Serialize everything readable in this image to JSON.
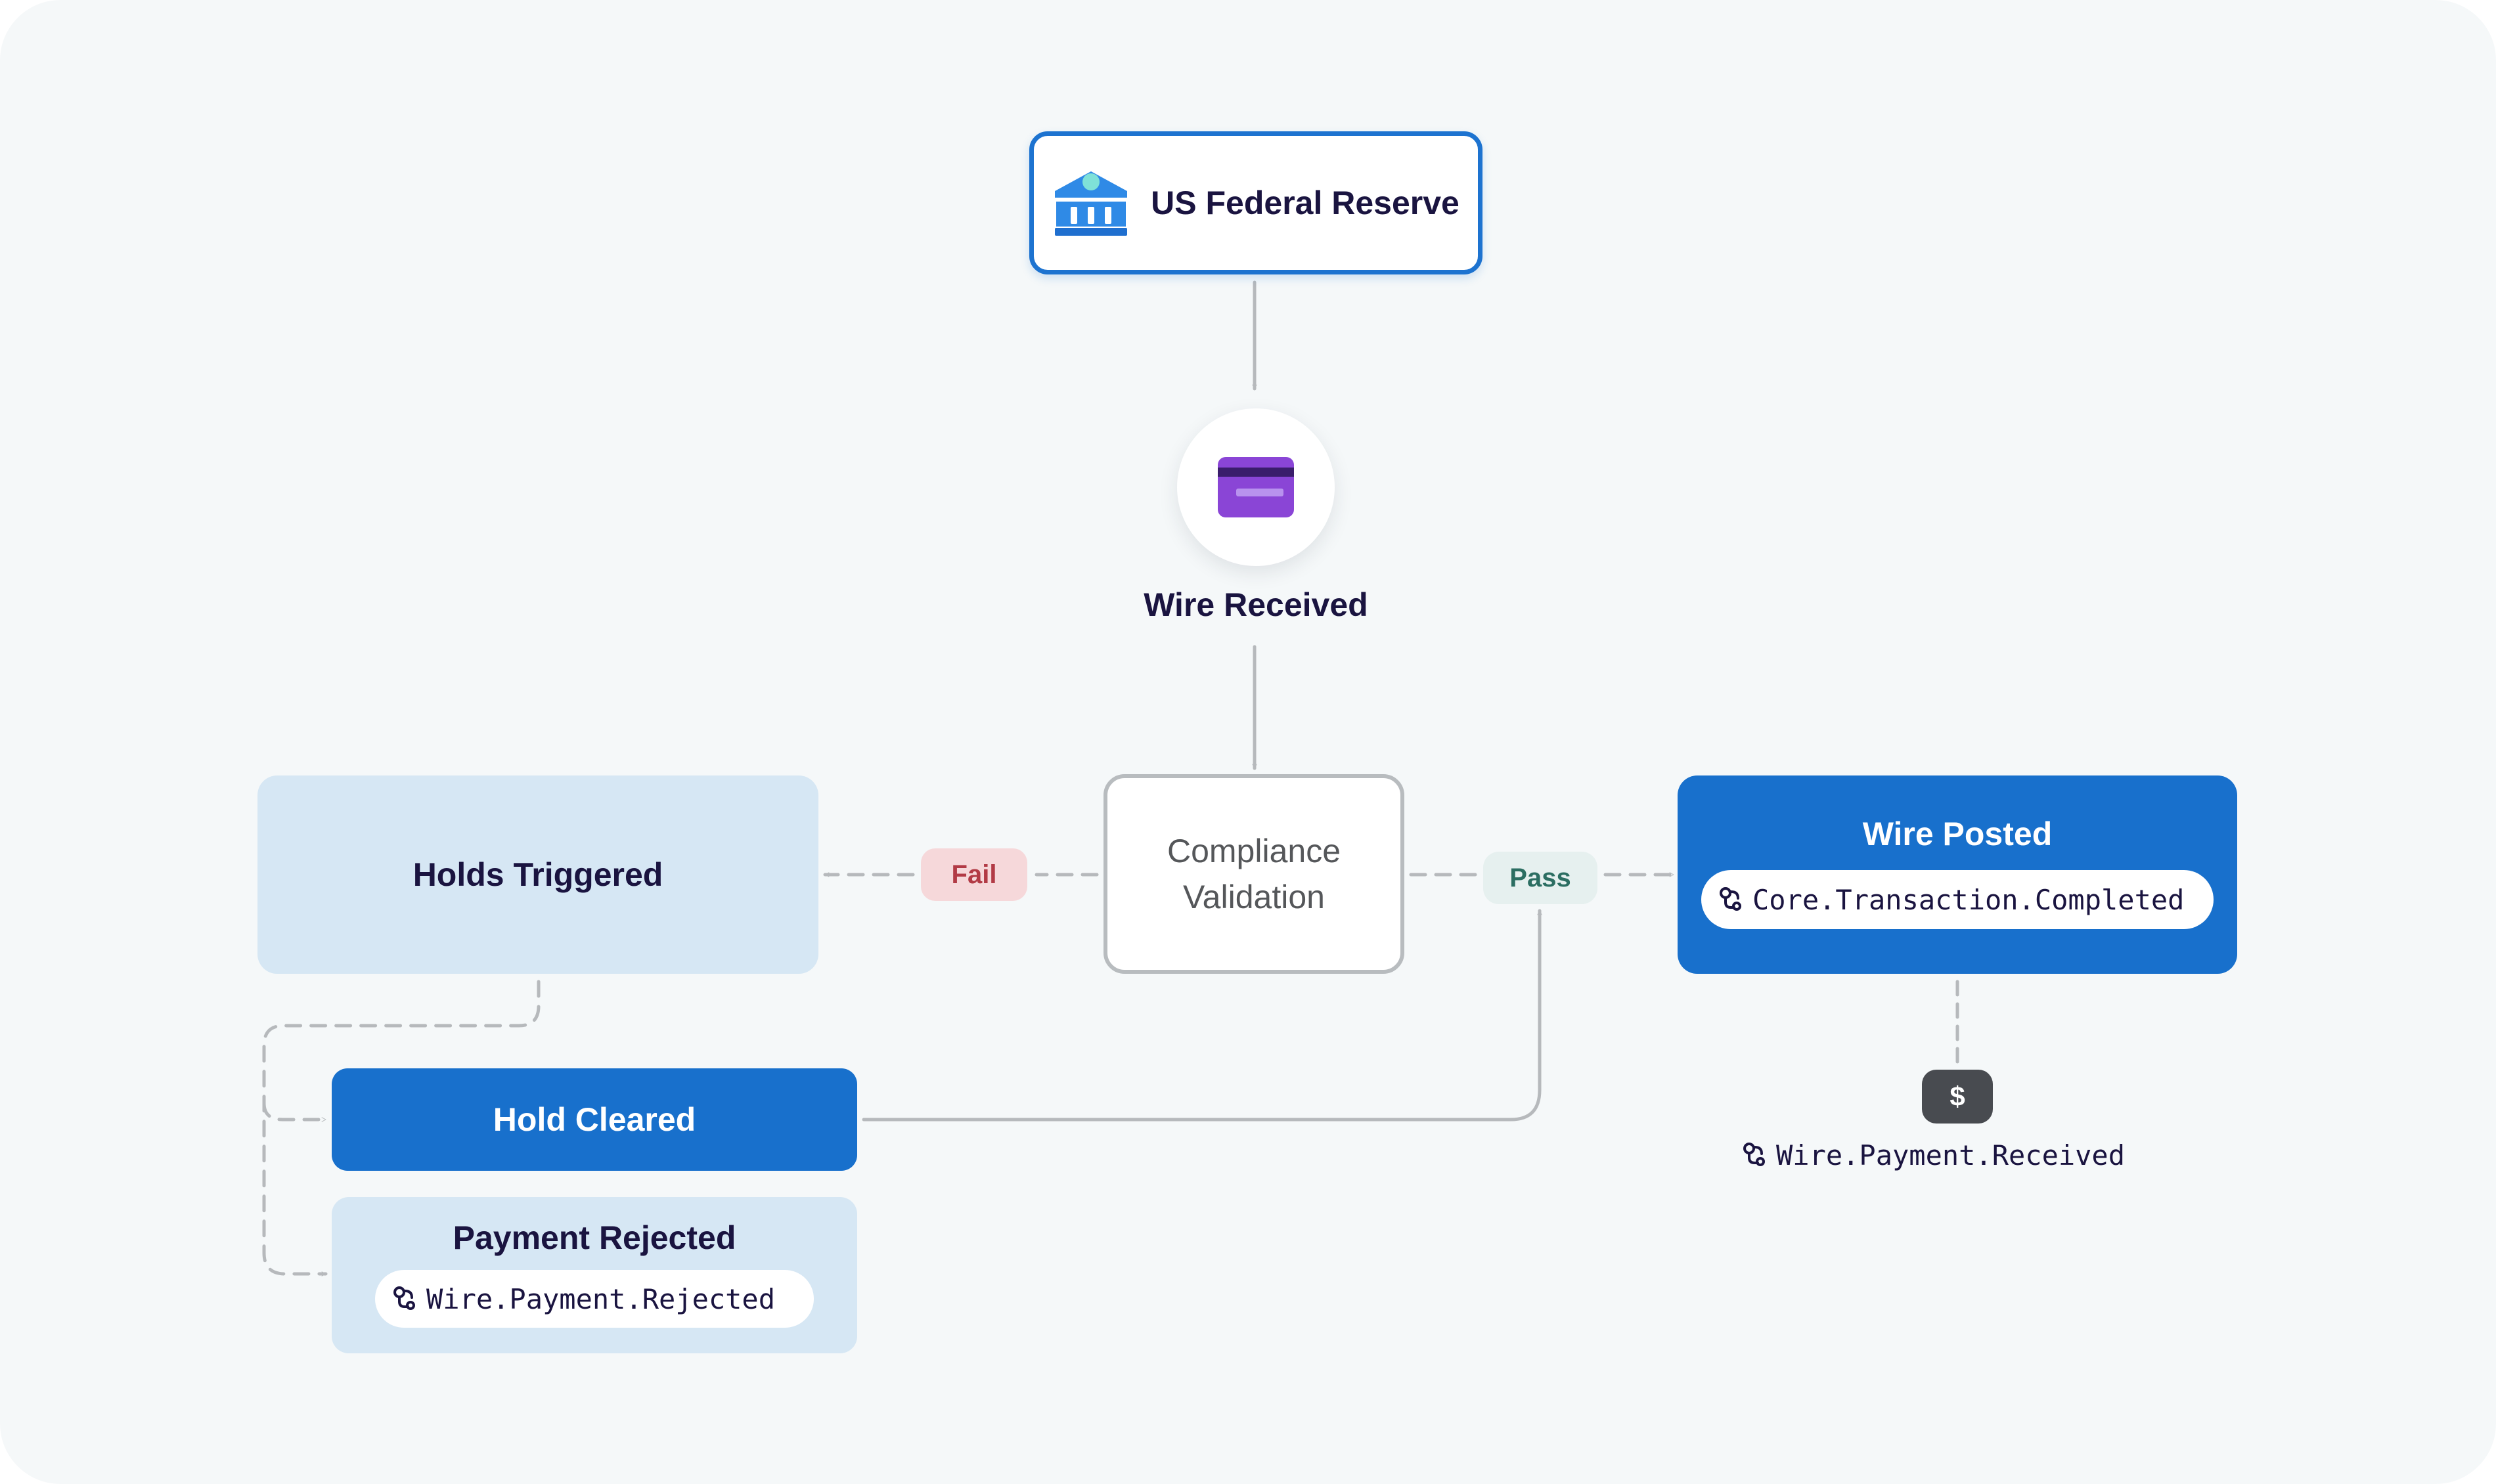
{
  "nodes": {
    "source": {
      "label": "US Federal Reserve",
      "icon": "bank-icon"
    },
    "wire_received": {
      "label": "Wire Received",
      "icon": "credit-card-icon"
    },
    "compliance": {
      "line1": "Compliance",
      "line2": "Validation"
    },
    "holds_triggered": {
      "label": "Holds Triggered"
    },
    "wire_posted": {
      "label": "Wire Posted",
      "event": "Core.Transaction.Completed",
      "event_icon": "webhook-icon"
    },
    "hold_cleared": {
      "label": "Hold Cleared"
    },
    "payment_rejected": {
      "label": "Payment Rejected",
      "event": "Wire.Payment.Rejected",
      "event_icon": "webhook-icon"
    }
  },
  "edges": {
    "fail_label": "Fail",
    "pass_label": "Pass"
  },
  "posting": {
    "badge": "$",
    "event": "Wire.Payment.Received",
    "event_icon": "webhook-icon"
  },
  "colors": {
    "primary_blue": "#1870cc",
    "light_blue": "#d6e7f4",
    "connector_gray": "#b6b9bc",
    "fail": "#b23a45",
    "pass": "#2c6e62",
    "card_purple": "#8a45d6"
  }
}
